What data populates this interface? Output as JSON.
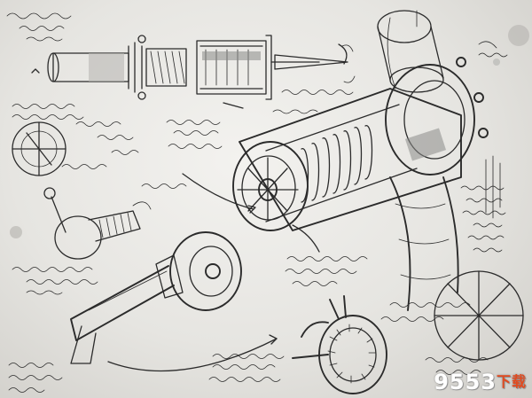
{
  "image": {
    "subject": "steampunk-blaster-concept-sketch",
    "accent_color": "#e24a1f"
  },
  "watermark": {
    "text": "9553",
    "suffix": "下载"
  }
}
